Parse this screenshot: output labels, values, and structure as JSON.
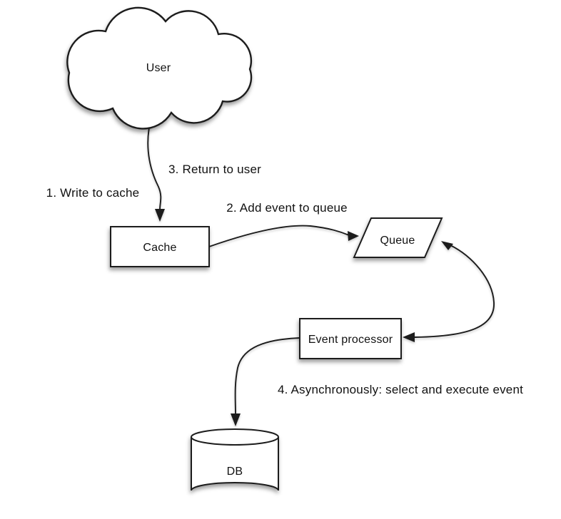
{
  "diagram": {
    "type": "flow-diagram",
    "background_color": "#ffffff",
    "stroke_color": "#1c1c1c",
    "text_color": "#111111",
    "nodes": {
      "user": {
        "label": "User",
        "shape": "cloud"
      },
      "cache": {
        "label": "Cache",
        "shape": "rectangle"
      },
      "queue": {
        "label": "Queue",
        "shape": "parallelogram"
      },
      "event_processor": {
        "label": "Event processor",
        "shape": "rectangle"
      },
      "db": {
        "label": "DB",
        "shape": "cylinder"
      }
    },
    "steps": {
      "step1": "1. Write to cache",
      "step2": "2. Add event to queue",
      "step3": "3. Return to user",
      "step4": "4. Asynchronously: select and execute event"
    },
    "edges": [
      {
        "from": "user",
        "to": "cache",
        "arrowheads": "to",
        "labels": [
          "1. Write to cache",
          "3. Return to user"
        ]
      },
      {
        "from": "cache",
        "to": "queue",
        "arrowheads": "to",
        "labels": [
          "2. Add event to queue"
        ]
      },
      {
        "from": "queue",
        "to": "event_processor",
        "arrowheads": "both",
        "labels": []
      },
      {
        "from": "event_processor",
        "to": "db",
        "arrowheads": "to",
        "labels": [
          "4. Asynchronously: select and execute event"
        ]
      }
    ]
  }
}
